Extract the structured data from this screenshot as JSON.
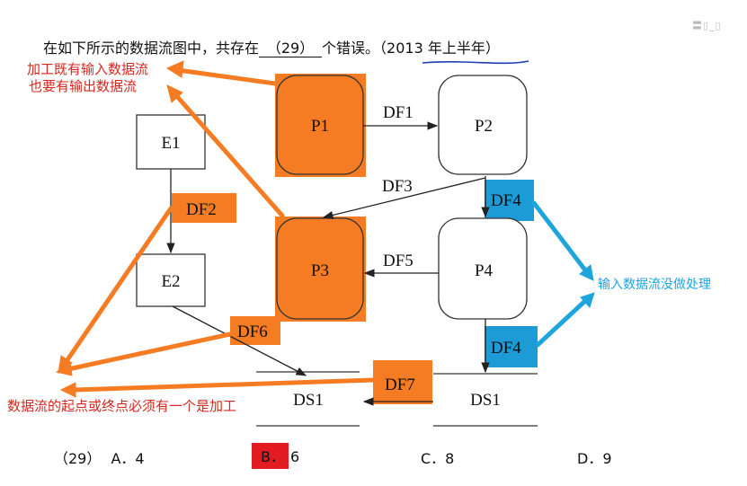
{
  "question": {
    "prefix": "在如下所示的数据流图中，共存在",
    "blank": "（29）",
    "suffix": "个错误。",
    "source": "（2013 年上半年）"
  },
  "nodes": {
    "e1": "E1",
    "e2": "E2",
    "p1": "P1",
    "p2": "P2",
    "p3": "P3",
    "p4": "P4",
    "ds1_left": "DS1",
    "ds1_right": "DS1"
  },
  "flows": {
    "df1": "DF1",
    "df2": "DF2",
    "df3": "DF3",
    "df4_top": "DF4",
    "df4_bottom": "DF4",
    "df5": "DF5",
    "df6": "DF6",
    "df7": "DF7"
  },
  "annotations": {
    "process_rule_line1": "加工既有输入数据流",
    "process_rule_line2": "也要有输出数据流",
    "flow_rule": "数据流的起点或终点必须有一个是加工",
    "unprocessed_input": "输入数据流没做处理"
  },
  "choices": {
    "number": "（29）",
    "a": "A．4",
    "b_letter": "B．",
    "b_value": "6",
    "c": "C．8",
    "d": "D．9"
  },
  "corner_mark": "〓▯_▯"
}
